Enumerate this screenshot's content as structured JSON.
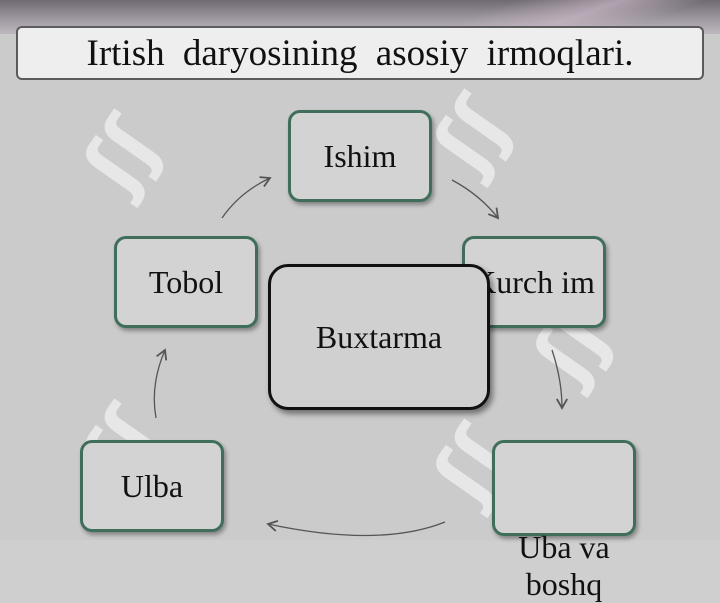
{
  "title": "Irtish daryosining asosiy irmoqlari.",
  "center": {
    "label": "Buxtarma"
  },
  "nodes": {
    "ishim": "Ishim",
    "kurchim": "Kurch im",
    "uba": "Uba va boshq",
    "ulba": "Ulba",
    "tobol": "Tobol"
  },
  "colors": {
    "node_border": "#3f6f5a",
    "center_border": "#111111",
    "background": "#cbcbcb"
  }
}
